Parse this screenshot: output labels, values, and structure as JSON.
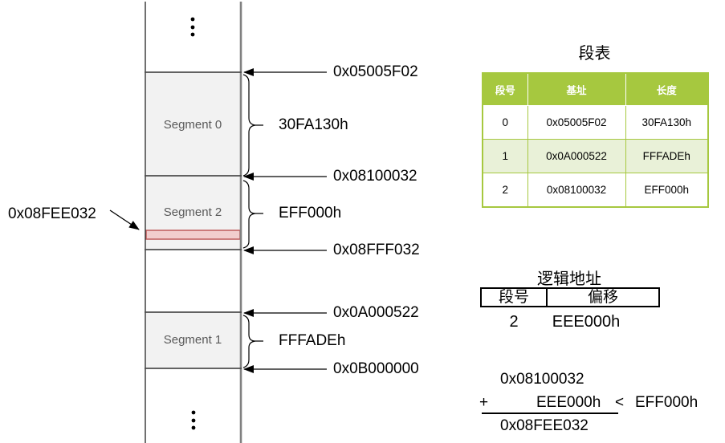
{
  "mem": {
    "segments": [
      {
        "label": "Segment 0",
        "size": "30FA130h"
      },
      {
        "label": "Segment 2",
        "size": "EFF000h"
      },
      {
        "label": "Segment 1",
        "size": "FFFADEh"
      }
    ],
    "boundaries": [
      "0x05005F02",
      "0x08100032",
      "0x08FFF032",
      "0x0A000522",
      "0x0B000000"
    ],
    "pointer": "0x08FEE032"
  },
  "seg_table": {
    "title": "段表",
    "headers": [
      "段号",
      "基址",
      "长度"
    ],
    "rows": [
      [
        "0",
        "0x05005F02",
        "30FA130h"
      ],
      [
        "1",
        "0x0A000522",
        "FFFADEh"
      ],
      [
        "2",
        "0x08100032",
        "EFF000h"
      ]
    ]
  },
  "logical": {
    "title": "逻辑地址",
    "headers": [
      "段号",
      "偏移"
    ],
    "values": [
      "2",
      "EEE000h"
    ]
  },
  "calc": {
    "base": "0x08100032",
    "plus": "+",
    "offset": "EEE000h",
    "less_than": "<",
    "limit": "EFF000h",
    "result": "0x08FEE032"
  },
  "colors": {
    "table-green": "#a6c83f",
    "table-green-light": "#e9f1d8",
    "seg-fill": "#f2f2f2",
    "seg-line": "#4d4d4d",
    "strip-fill": "#f2cdcd",
    "strip-border": "#bf5b5b",
    "label-gray": "#595959"
  }
}
